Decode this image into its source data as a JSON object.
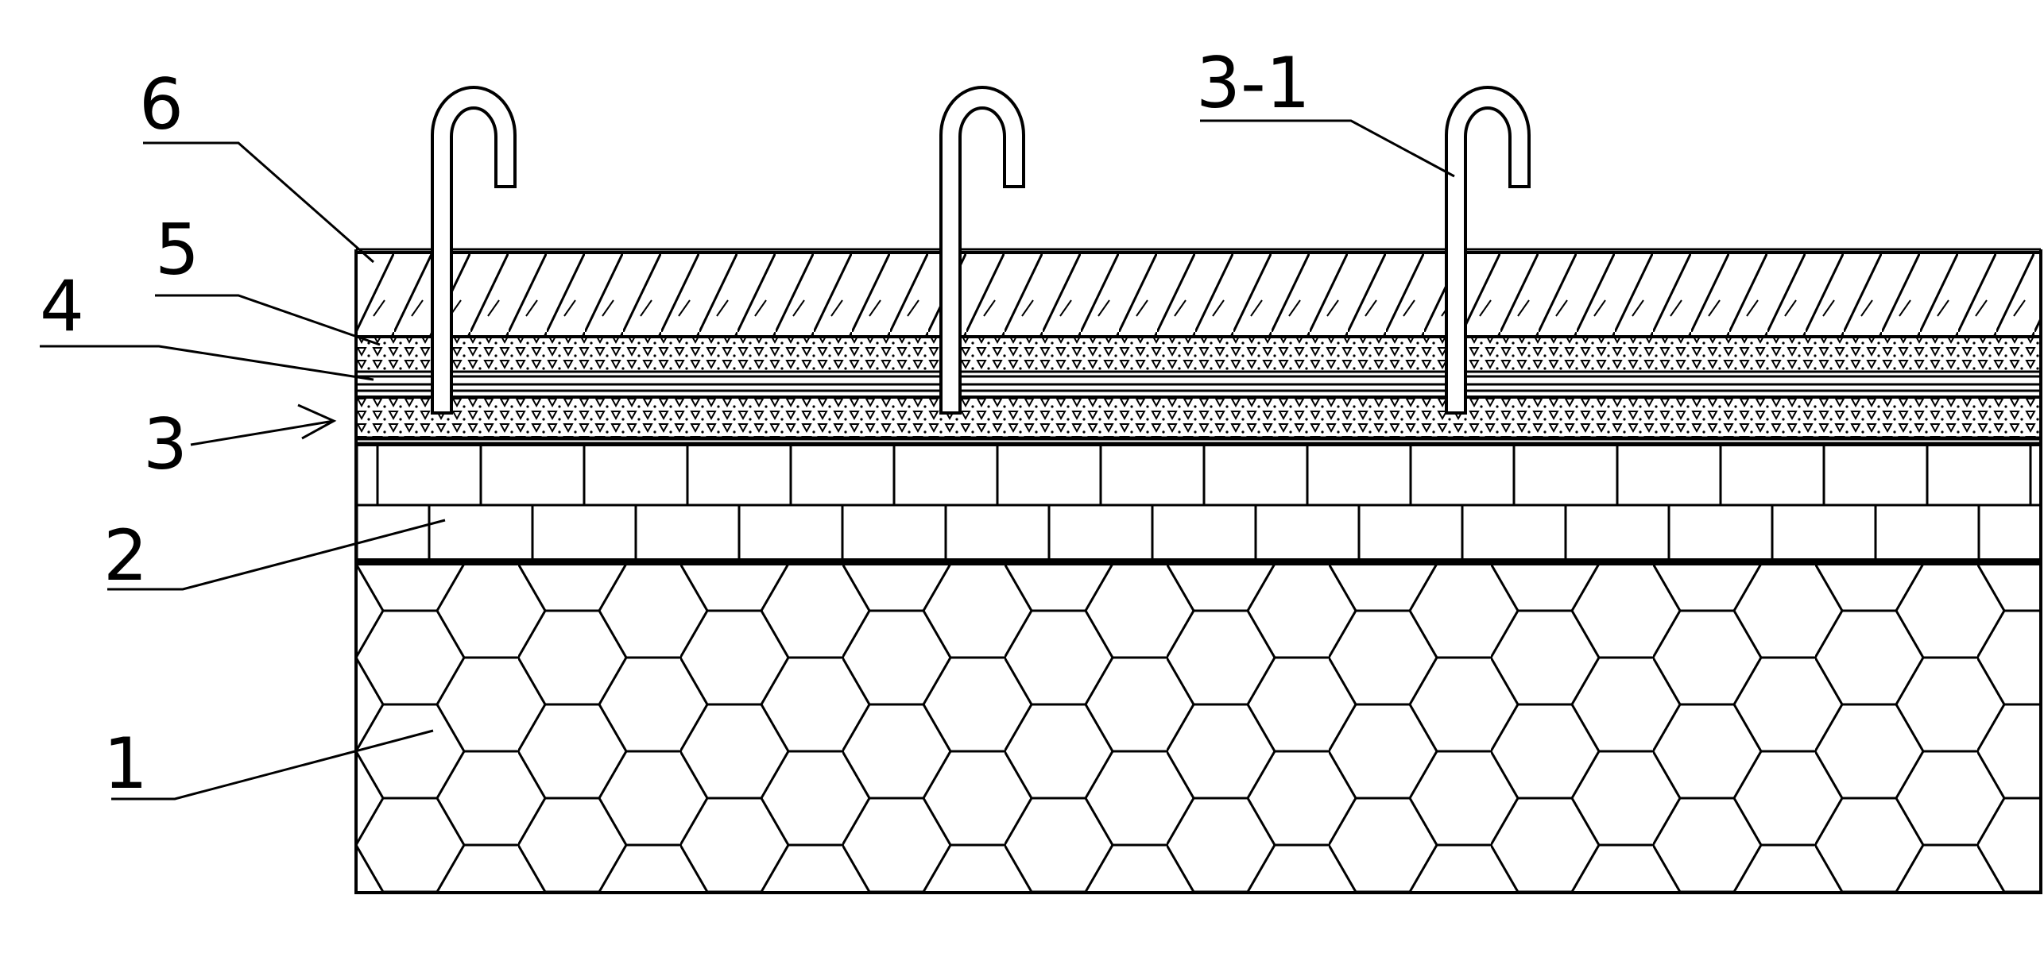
{
  "diagram": {
    "labels": {
      "layer_1": "1",
      "layer_2": "2",
      "layer_3": "3",
      "hook": "3-1",
      "layer_4": "4",
      "layer_5": "5",
      "layer_6": "6"
    },
    "hook_count": 3,
    "colors": {
      "line": "#000000",
      "background": "#ffffff"
    }
  }
}
